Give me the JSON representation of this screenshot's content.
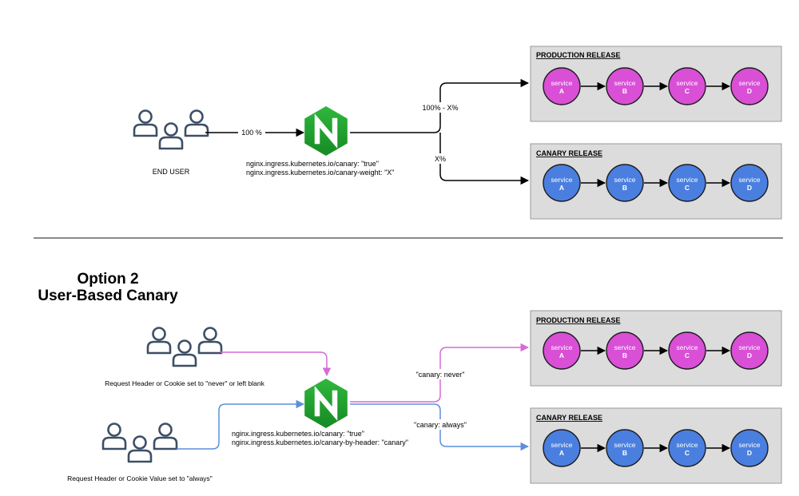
{
  "option1": {
    "end_user_label": "END USER",
    "to_ingress_label": "100 %",
    "annotation_line1": "nginx.ingress.kubernetes.io/canary: \"true\"",
    "annotation_line2": "nginx.ingress.kubernetes.io/canary-weight: \"X\"",
    "to_production_label": "100% - X%",
    "to_canary_label": "X%",
    "production_title": "PRODUCTION RELEASE",
    "canary_title": "CANARY RELEASE"
  },
  "option2": {
    "title_line1": "Option 2",
    "title_line2": "User-Based Canary",
    "user_group_never_label": "Request Header or Cookie set to \"never\" or left blank",
    "user_group_always_label": "Request Header or Cookie Value set to \"always\"",
    "annotation_line1": "nginx.ingress.kubernetes.io/canary: \"true\"",
    "annotation_line2": "nginx.ingress.kubernetes.io/canary-by-header: \"canary\"",
    "to_production_label": "\"canary: never\"",
    "to_canary_label": "\"canary: always\"",
    "production_title": "PRODUCTION RELEASE",
    "canary_title": "CANARY RELEASE"
  },
  "services": [
    {
      "line1": "service",
      "line2": "A"
    },
    {
      "line1": "service",
      "line2": "B"
    },
    {
      "line1": "service",
      "line2": "C"
    },
    {
      "line1": "service",
      "line2": "D"
    }
  ],
  "colors": {
    "production": "#d94fd6",
    "canary": "#4a7fe0",
    "nginx": "#22a030",
    "pink_arrow": "#d86ad6",
    "blue_arrow": "#5b8fdc",
    "release_box": "#dcdcdc",
    "divider": "#8a8a8a"
  },
  "icons": {
    "ingress": "nginx-logo",
    "users": "user-group-icon",
    "service": "service-node"
  }
}
